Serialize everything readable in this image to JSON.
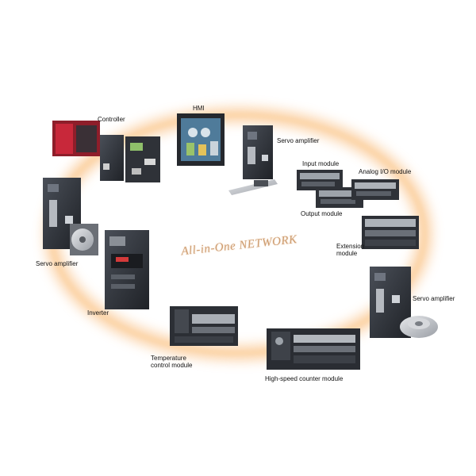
{
  "center_title": "All-in-One NETWORK",
  "labels": {
    "controller": "Controller",
    "hmi": "HMI",
    "servo_top": "Servo amplifier",
    "input_module": "Input module",
    "analog_io": "Analog I/O module",
    "output_module": "Output module",
    "extension_line1": "Extension",
    "extension_line2": "module",
    "servo_left": "Servo amplifier",
    "servo_right": "Servo amplifier",
    "inverter": "Inverter",
    "temp_line1": "Temperature",
    "temp_line2": "control module",
    "highspeed": "High-speed counter module"
  },
  "colors": {
    "ring_glow": "#f7a24a",
    "ring_core": "#fff1dd",
    "device_dark": "#2a2d33",
    "device_mid": "#3c4048",
    "accent_red": "#c8283a"
  }
}
